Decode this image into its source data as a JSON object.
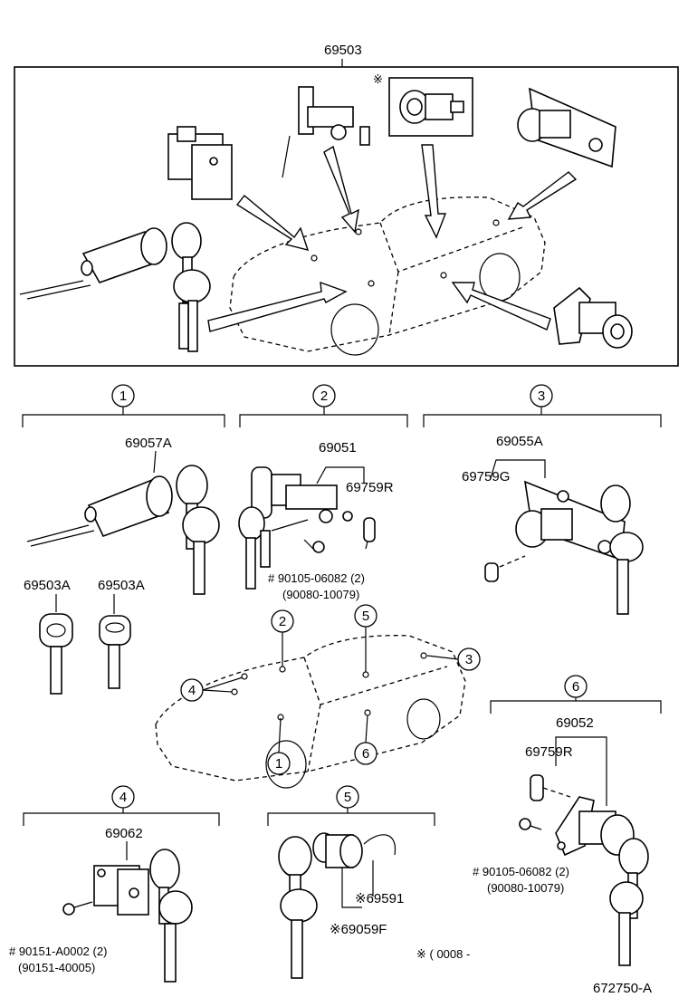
{
  "header": {
    "assembly_part": "69503"
  },
  "overview": {
    "note_mark": "※"
  },
  "groups": [
    {
      "num": "1",
      "parts": [
        "69057A"
      ]
    },
    {
      "num": "2",
      "parts": [
        "69051",
        "69759R",
        "# 90105-06082 (2)",
        "(90080-10079)"
      ]
    },
    {
      "num": "3",
      "parts": [
        "69055A",
        "69759G"
      ]
    },
    {
      "num": "4",
      "parts": [
        "69062",
        "# 90151-A0002 (2)",
        "(90151-40005)"
      ]
    },
    {
      "num": "5",
      "parts": [
        "※69591",
        "※69059F"
      ]
    },
    {
      "num": "6",
      "parts": [
        "69052",
        "69759R",
        "# 90105-06082 (2)",
        "(90080-10079)"
      ]
    }
  ],
  "keys": [
    "69503A",
    "69503A"
  ],
  "car_callouts": [
    "1",
    "2",
    "3",
    "4",
    "5",
    "6"
  ],
  "footnote": "※ ( 0008 -",
  "drawing_id": "672750-A"
}
